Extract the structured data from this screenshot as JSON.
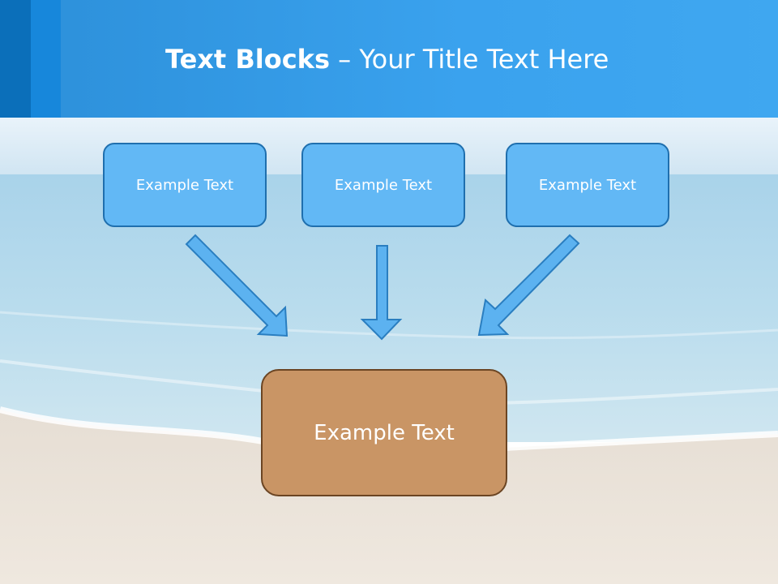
{
  "title": {
    "bold": "Text Blocks",
    "rest": " – Your Title Text Here"
  },
  "boxes": {
    "top": [
      "Example Text",
      "Example Text",
      "Example Text"
    ],
    "bottom": "Example Text"
  },
  "colors": {
    "header": "#3aa2ee",
    "box_fill": "#62b8f5",
    "box_border": "#1f6fae",
    "target_fill": "#c99565",
    "target_border": "#6b4523",
    "arrow_fill": "#5cb2f0"
  }
}
